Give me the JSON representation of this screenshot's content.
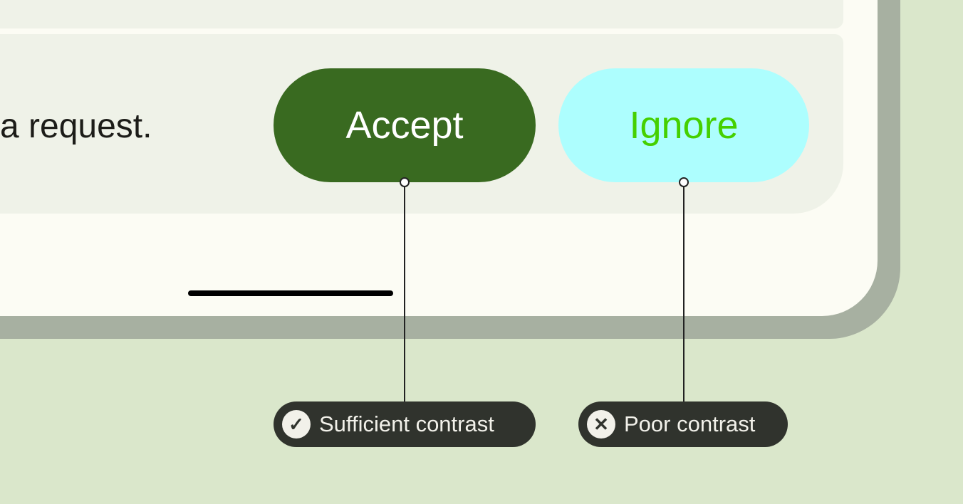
{
  "message": "a request.",
  "buttons": {
    "accept": "Accept",
    "ignore": "Ignore"
  },
  "colors": {
    "accept_bg": "#396a20",
    "accept_fg": "#ffffff",
    "ignore_bg": "#adfefe",
    "ignore_fg": "#45d000"
  },
  "annotations": [
    {
      "label": "Sufficient contrast",
      "icon": "check-icon",
      "glyph": "✓"
    },
    {
      "label": "Poor contrast",
      "icon": "x-icon",
      "glyph": "✕"
    }
  ]
}
